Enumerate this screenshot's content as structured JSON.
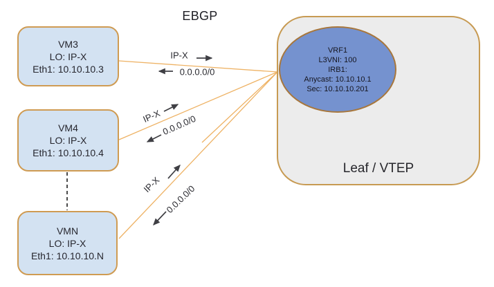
{
  "title": "EBGP",
  "nodes": {
    "vms": [
      {
        "name": "VM3",
        "loopback": "LO: IP-X",
        "eth": "Eth1: 10.10.10.3"
      },
      {
        "name": "VM4",
        "loopback": "LO: IP-X",
        "eth": "Eth1: 10.10.10.4"
      },
      {
        "name": "VMN",
        "loopback": "LO: IP-X",
        "eth": "Eth1: 10.10.10.N"
      }
    ],
    "leaf": {
      "label": "Leaf / VTEP"
    },
    "vrf": {
      "lines": [
        "VRF1",
        "L3VNI: 100",
        "IRB1:",
        "Anycast: 10.10.10.1",
        "Sec: 10.10.10.201"
      ]
    }
  },
  "links": [
    {
      "from": "VM3",
      "to": "Leaf / VTEP",
      "advertised": "IP-X",
      "default_route": "0.0.0.0/0"
    },
    {
      "from": "VM4",
      "to": "Leaf / VTEP",
      "advertised": "IP-X",
      "default_route": "0.0.0.0/0"
    },
    {
      "from": "VMN",
      "to": "Leaf / VTEP",
      "advertised": "IP-X",
      "default_route": "0.0.0.0/0"
    }
  ],
  "colors": {
    "connector": "#EEB264",
    "node_border": "#CF9B52",
    "vm_fill": "#D3E2F2",
    "vrf_fill": "#7592CF",
    "leaf_fill": "#ECECEC",
    "arrow": "#3F3F44"
  }
}
